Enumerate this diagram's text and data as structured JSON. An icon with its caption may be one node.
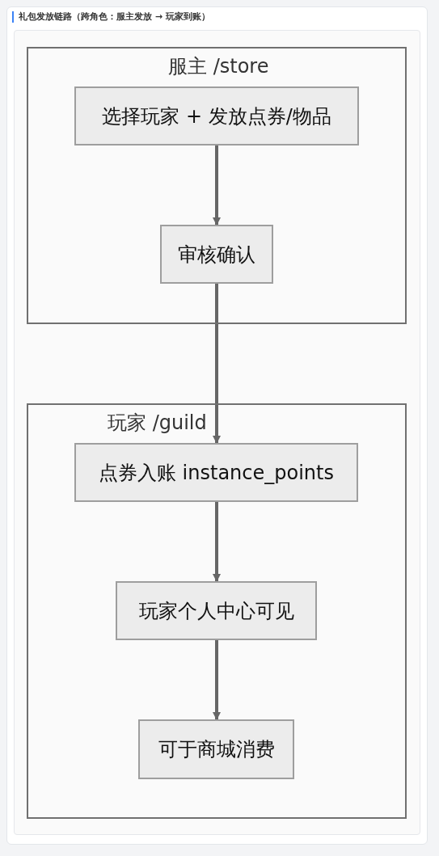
{
  "diagram": {
    "title": "礼包发放链路（跨角色：服主发放 → 玩家到账）",
    "nodes": [
      {
        "text": [
          "服主 /store"
        ]
      },
      {
        "text": [
          "选择玩家 + 发放点券/物品"
        ],
        "in": 0
      },
      {
        "text": [
          "审核确认"
        ],
        "in": 0
      },
      {
        "text": [
          "玩家 /guild"
        ]
      },
      {
        "text": [
          "点券入账 instance_points"
        ],
        "in": 3
      },
      {
        "text": [
          "玩家个人中心可见"
        ],
        "in": 3
      },
      {
        "text": [
          "可于商城消费"
        ],
        "in": 3
      }
    ],
    "edges": [
      {
        "from": 1,
        "to": 2,
        "arrow": "to"
      },
      {
        "from": 2,
        "to": 4,
        "arrow": "to"
      },
      {
        "from": 4,
        "to": 5,
        "arrow": "to"
      },
      {
        "from": 5,
        "to": 6,
        "arrow": "to"
      }
    ]
  }
}
